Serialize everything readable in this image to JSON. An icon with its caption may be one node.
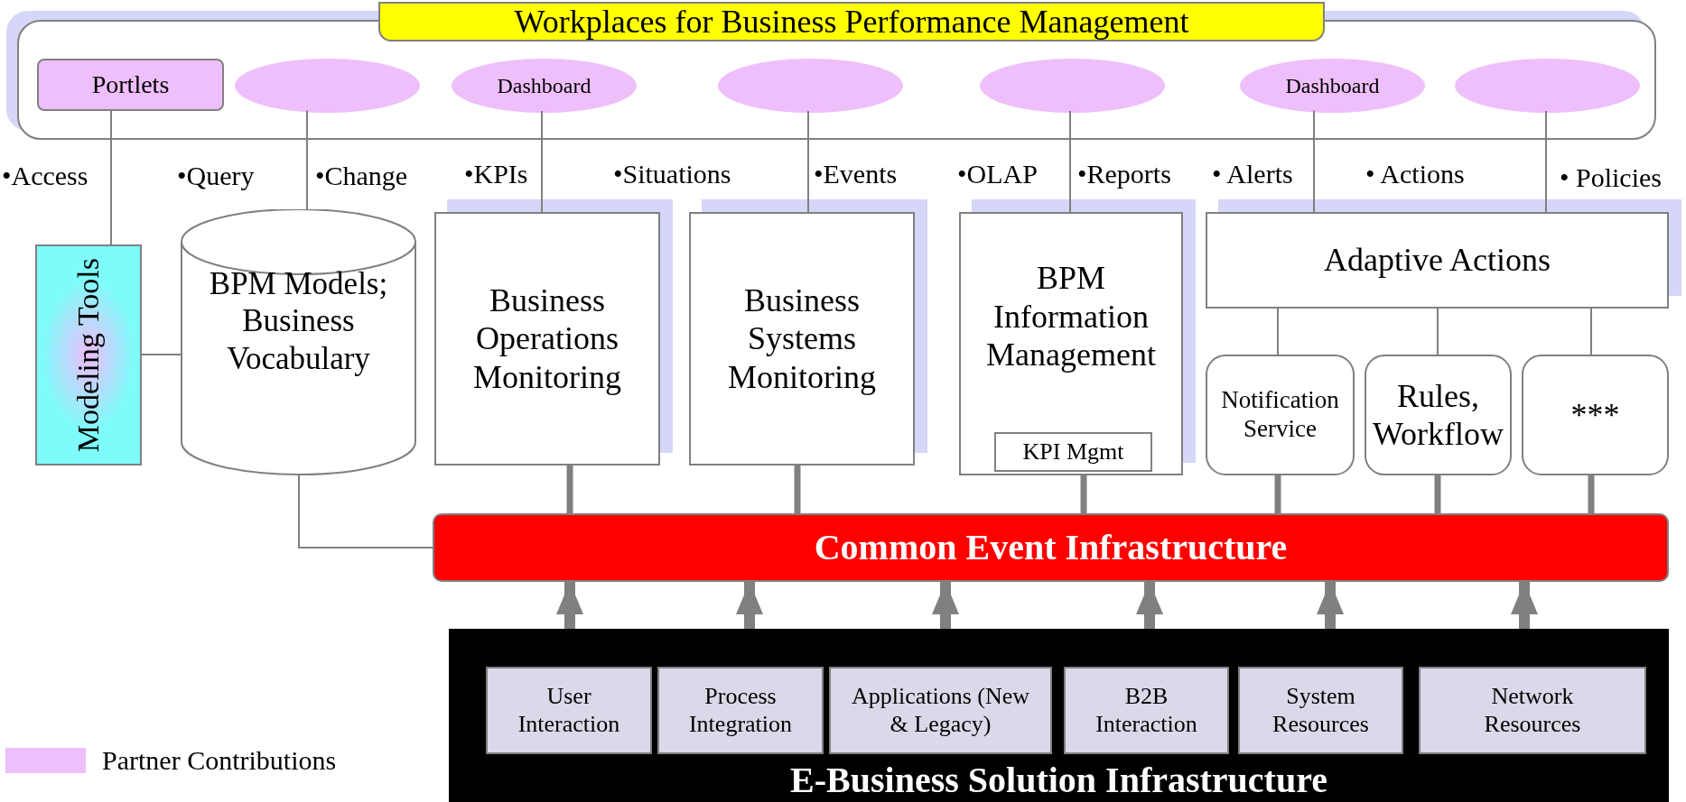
{
  "diagram": {
    "nodes": [
      {
        "text": [
          "Workplaces for Business Performance Management"
        ]
      },
      {
        "text": [
          "Portlets"
        ],
        "in": 0
      },
      {
        "text": [],
        "shape": "ellipse",
        "in": 0
      },
      {
        "text": [
          "Dashboard"
        ],
        "in": 0
      },
      {
        "text": [],
        "shape": "ellipse",
        "in": 0
      },
      {
        "text": [],
        "shape": "ellipse",
        "in": 0
      },
      {
        "text": [
          "Dashboard"
        ],
        "in": 0
      },
      {
        "text": [],
        "shape": "ellipse",
        "in": 0
      },
      {
        "text": [
          "Modeling Tools"
        ]
      },
      {
        "text": [
          "BPM Models; Business Vocabulary"
        ]
      },
      {
        "text": [
          "Business Operations Monitoring"
        ]
      },
      {
        "text": [
          "Business Systems Monitoring"
        ]
      },
      {
        "text": [
          "BPM Information Management"
        ]
      },
      {
        "text": [
          "KPI Mgmt"
        ],
        "in": 12
      },
      {
        "text": [
          "Adaptive Actions"
        ]
      },
      {
        "text": [
          "Notification Service"
        ]
      },
      {
        "text": [
          "Rules, Workflow"
        ]
      },
      {
        "text": [
          "***"
        ]
      },
      {
        "text": [
          "Common Event Infrastructure"
        ]
      },
      {
        "text": [
          "E-Business Solution Infrastructure"
        ]
      },
      {
        "text": [
          "User Interaction"
        ],
        "in": 19
      },
      {
        "text": [
          "Process Integration"
        ],
        "in": 19
      },
      {
        "text": [
          "Applications (New & Legacy)"
        ],
        "in": 19
      },
      {
        "text": [
          "B2B Interaction"
        ],
        "in": 19
      },
      {
        "text": [
          "System Resources"
        ],
        "in": 19
      },
      {
        "text": [
          "Network Resources"
        ],
        "in": 19
      }
    ],
    "edges": [
      {
        "from": 1,
        "to": 8,
        "arrow": "none"
      },
      {
        "from": 2,
        "to": 9,
        "arrow": "none"
      },
      {
        "from": 3,
        "to": 10,
        "arrow": "none"
      },
      {
        "from": 4,
        "to": 11,
        "arrow": "none"
      },
      {
        "from": 5,
        "to": 12,
        "arrow": "none"
      },
      {
        "from": 6,
        "to": 14,
        "arrow": "none"
      },
      {
        "from": 7,
        "to": 14,
        "arrow": "none"
      },
      {
        "from": 8,
        "to": 9,
        "arrow": "none"
      },
      {
        "from": 9,
        "to": 18,
        "arrow": "none"
      },
      {
        "from": 10,
        "to": 18,
        "arrow": "none",
        "style": "thick"
      },
      {
        "from": 11,
        "to": 18,
        "arrow": "none",
        "style": "thick"
      },
      {
        "from": 12,
        "to": 18,
        "arrow": "none",
        "style": "thick"
      },
      {
        "from": 14,
        "to": 15,
        "arrow": "none"
      },
      {
        "from": 14,
        "to": 16,
        "arrow": "none"
      },
      {
        "from": 14,
        "to": 17,
        "arrow": "none"
      },
      {
        "from": 15,
        "to": 18,
        "arrow": "none",
        "style": "thick"
      },
      {
        "from": 16,
        "to": 18,
        "arrow": "none",
        "style": "thick"
      },
      {
        "from": 17,
        "to": 18,
        "arrow": "none",
        "style": "thick"
      },
      {
        "from": 19,
        "to": 18,
        "arrow": "to",
        "style": "thick"
      },
      {
        "from": 19,
        "to": 18,
        "arrow": "to",
        "style": "thick"
      },
      {
        "from": 19,
        "to": 18,
        "arrow": "to",
        "style": "thick"
      },
      {
        "from": 19,
        "to": 18,
        "arrow": "to",
        "style": "thick"
      },
      {
        "from": 19,
        "to": 18,
        "arrow": "to",
        "style": "thick"
      },
      {
        "from": 19,
        "to": 18,
        "arrow": "to",
        "style": "thick"
      }
    ],
    "labels": [
      "•Access",
      "•Query",
      "•Change",
      "•KPIs",
      "•Situations",
      "•Events",
      "•OLAP",
      "•Reports",
      "• Alerts",
      "• Actions",
      "• Policies"
    ],
    "legend": [
      {
        "text": "Partner Contributions",
        "color": "#efbffb"
      }
    ]
  }
}
